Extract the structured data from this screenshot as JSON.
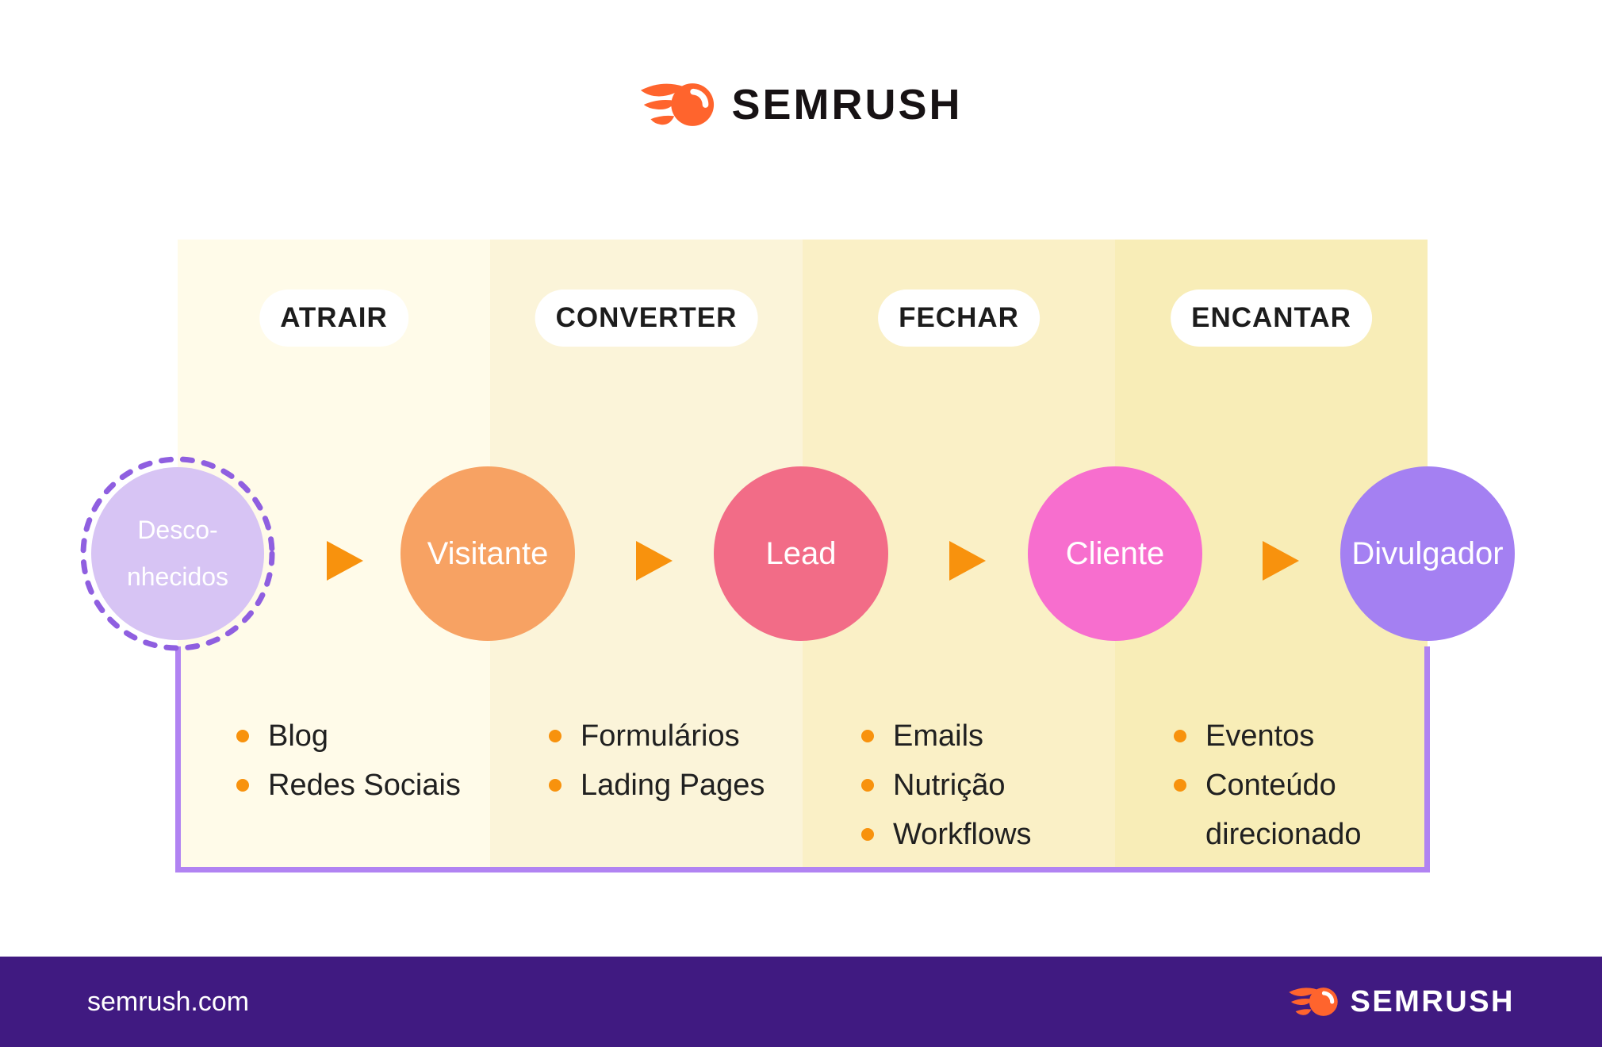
{
  "header": {
    "logo_text": "SEMRUSH"
  },
  "colors": {
    "brand_orange": "#FF642D",
    "arrow_orange": "#F8920D",
    "bullet_orange": "#F8920D",
    "connector_purple": "#B183F2",
    "footer_purple": "#401A81",
    "pill_bg": "#FFFFFF",
    "dark_text": "#1C1C1C",
    "white_text": "#FFFFFF"
  },
  "stages": [
    {
      "label": "ATRAIR",
      "band_color": "#FFFBE9",
      "items": [
        "Blog",
        "Redes Sociais"
      ]
    },
    {
      "label": "CONVERTER",
      "band_color": "#FBF4D9",
      "items": [
        "Formulários",
        "Lading Pages"
      ]
    },
    {
      "label": "FECHAR",
      "band_color": "#FAF0C6",
      "items": [
        "Emails",
        "Nutrição",
        "Workflows"
      ]
    },
    {
      "label": "ENCANTAR",
      "band_color": "#F8EDB7",
      "items": [
        "Eventos",
        "Conteúdo direcionado"
      ]
    }
  ],
  "funnel": {
    "arrow_color": "#F8920D",
    "connector_color": "#B183F2",
    "bullet_color": "#F8920D",
    "nodes": [
      {
        "label": "Desconhecidos",
        "line1": "Desco-",
        "line2": "nhecidos",
        "color": "#D7C4F4",
        "ring_color": "#8F5FE0"
      },
      {
        "label": "Visitante",
        "color": "#F7A263"
      },
      {
        "label": "Lead",
        "color": "#F26C87"
      },
      {
        "label": "Cliente",
        "color": "#F76ECE"
      },
      {
        "label": "Divulgador",
        "color": "#A480F2"
      }
    ]
  },
  "footer": {
    "site": "semrush.com",
    "logo_text": "SEMRUSH",
    "bg_color": "#401A81"
  }
}
